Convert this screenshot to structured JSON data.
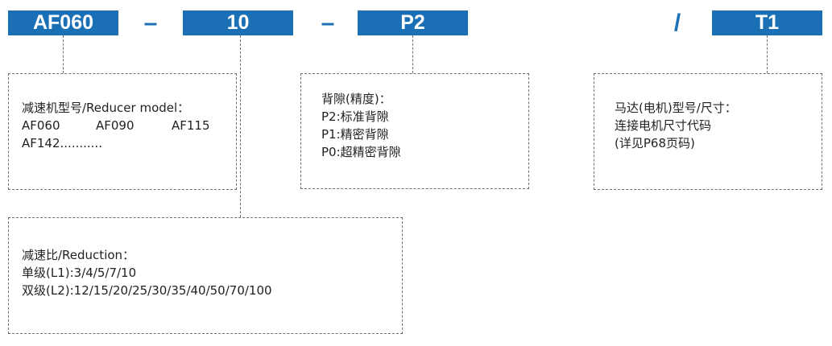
{
  "header": {
    "model_code": "AF060",
    "dash1": "–",
    "ratio_code": "10",
    "dash2": "–",
    "backlash_code": "P2",
    "slash": "/",
    "motor_code": "T1"
  },
  "model_box": {
    "title": "减速机型号/Reducer model：",
    "models_row1": [
      "AF060",
      "AF090",
      "AF115"
    ],
    "models_row2": "AF142..........."
  },
  "backlash_box": {
    "title": "背隙(精度)：",
    "lines": [
      "P2:标准背隙",
      "P1:精密背隙",
      "P0:超精密背隙"
    ]
  },
  "motor_box": {
    "title": "马达(电机)型号/尺寸：",
    "lines": [
      "连接电机尺寸代码",
      "(详见P68页码)"
    ]
  },
  "ratio_box": {
    "title": "减速比/Reduction：",
    "lines": [
      "单级(L1):3/4/5/7/10",
      "双级(L2):12/15/20/25/30/35/40/50/70/100"
    ]
  },
  "colors": {
    "accent": "#1a6fb5",
    "line": "#6d6e71",
    "text": "#231f20"
  }
}
